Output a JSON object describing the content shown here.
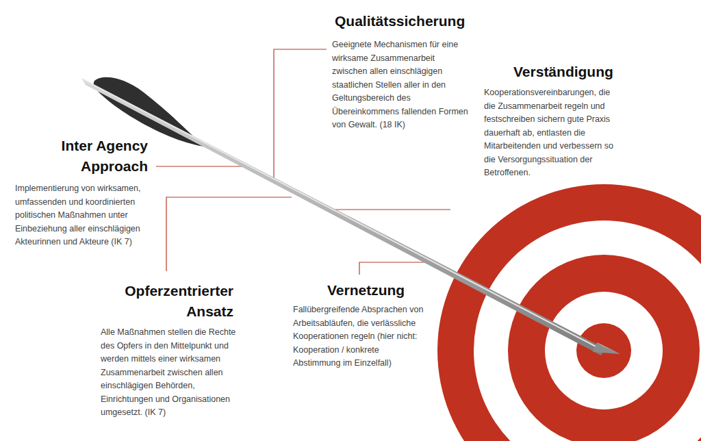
{
  "diagram": {
    "labels": [
      "Qualitätssicherung",
      "Geeignete Mechanismen für eine wirksame Zusammenarbeit zwischen allen einschlägigen staatlichen Stellen aller in den Geltungsbereich des Übereinkommens fallenden Formen von Gewalt. (18 IK)",
      "Verständigung",
      "Kooperationsvereinbarungen, die die Zusammenarbeit regeln und festschreiben sichern gute Praxis dauerhaft ab, entlasten die Mitarbeitenden und verbessern so die Versorgungssituation der Betroffenen.",
      "Inter Agency Approach",
      "Implementierung von wirksamen, umfassenden und koordinierten politischen Maßnahmen unter Einbeziehung aller einschlägigen Akteurinnen und Akteure (IK 7)",
      "Opferzentrierter Ansatz",
      "Alle Maßnahmen stellen die Rechte des Opfers in den Mittelpunkt und werden mittels einer wirksamen Zusammenarbeit zwischen allen einschlägigen Behörden, Einrichtungen und Organisationen umgesetzt. (IK 7)",
      "Vernetzung",
      "Fallübergreifende Absprachen von Arbeitsabläufen, die verlässliche Kooperationen regeln (hier nicht: Kooperation / konkrete Abstimmung im Einzelfall)"
    ]
  }
}
